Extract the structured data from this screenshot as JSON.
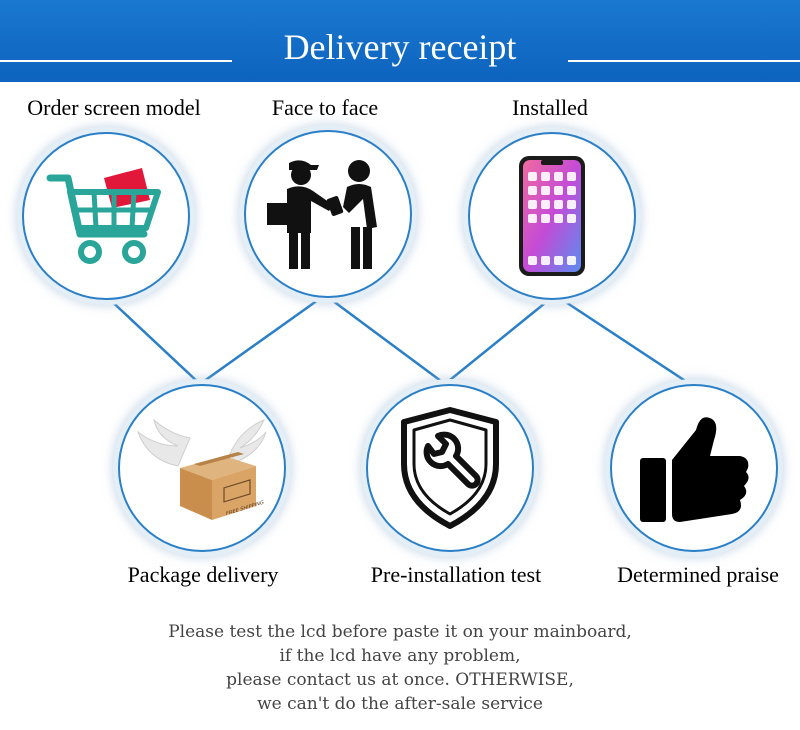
{
  "header": {
    "title": "Delivery receipt process"
  },
  "steps_top": [
    {
      "label": "Order screen model",
      "icon": "shopping-cart-icon"
    },
    {
      "label": "Face to face",
      "icon": "handover-icon"
    },
    {
      "label": "Installed",
      "icon": "smartphone-icon"
    }
  ],
  "steps_bottom": [
    {
      "label": "Package delivery",
      "icon": "winged-box-icon",
      "box_text": "FREE SHIPPING"
    },
    {
      "label": "Pre-installation test",
      "icon": "shield-wrench-icon"
    },
    {
      "label": "Determined praise",
      "icon": "thumbs-up-icon"
    }
  ],
  "notice": {
    "line1": "Please test the lcd before paste it on your mainboard,",
    "line2": "if the lcd have any problem,",
    "line3": "please contact us at once. OTHERWISE,",
    "line4": "we can't do the after-sale service"
  },
  "colors": {
    "banner": "#1a78d0",
    "connector": "#2b7fc7",
    "cart": "#2aa59a",
    "cart_item": "#e2183a"
  }
}
